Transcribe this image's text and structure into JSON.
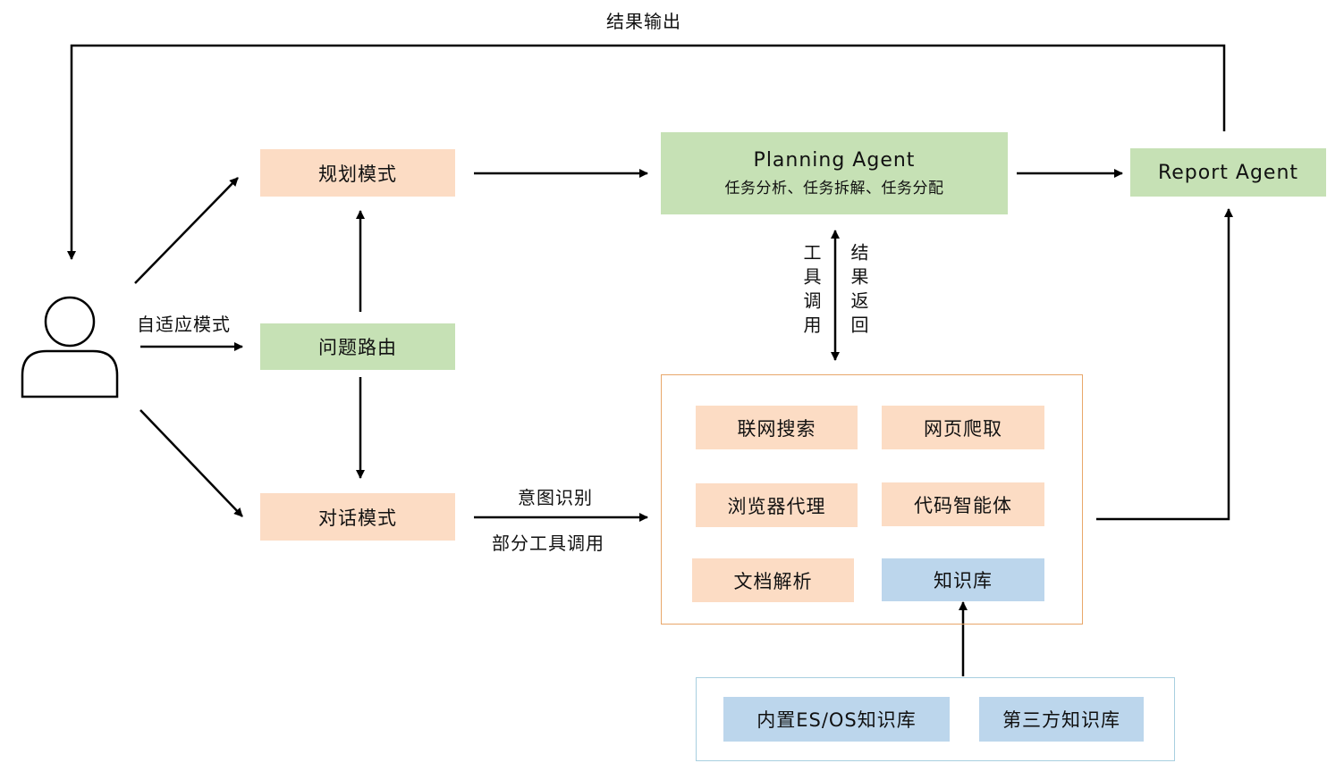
{
  "user": {
    "icon": "user-icon"
  },
  "top_flow": {
    "result_output": "结果输出"
  },
  "adaptive_mode": "自适应模式",
  "modes": {
    "planning": "规划模式",
    "router": "问题路由",
    "dialog": "对话模式"
  },
  "planning_agent": {
    "title": "Planning Agent",
    "subtitle": "任务分析、任务拆解、任务分配"
  },
  "report_agent": {
    "title": "Report Agent"
  },
  "tool_call": "工具调用",
  "result_return": "结果返回",
  "intent": {
    "line1": "意图识别",
    "line2": "部分工具调用"
  },
  "tools": {
    "web_search": "联网搜索",
    "web_crawl": "网页爬取",
    "browser_agent": "浏览器代理",
    "code_agent": "代码智能体",
    "doc_parse": "文档解析",
    "knowledge_base": "知识库"
  },
  "kb_sources": {
    "builtin": "内置ES/OS知识库",
    "third_party": "第三方知识库"
  },
  "colors": {
    "peach": "#fcdcc4",
    "green": "#c6e1b5",
    "blue": "#bcd6ec",
    "tool_border": "#e8a76a",
    "kb_border": "#a8cfe0"
  }
}
